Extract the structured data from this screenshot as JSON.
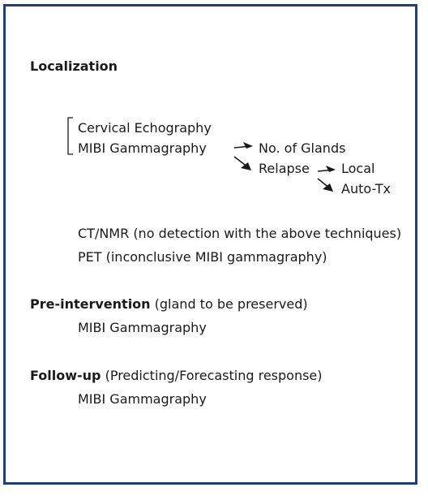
{
  "colors": {
    "border": "#1f3f7a",
    "text": "#1a1a1a"
  },
  "localization": {
    "heading": "Localization",
    "cervical_echography": "Cervical Echography",
    "mibi_gammagraphy": "MIBI Gammagraphy",
    "no_of_glands": "No. of Glands",
    "relapse": "Relapse",
    "local": "Local",
    "auto_tx": "Auto-Tx",
    "ct_nmr": "CT/NMR (no detection with the above techniques)",
    "pet": "PET (inconclusive MIBI gammagraphy)"
  },
  "pre_intervention": {
    "heading": "Pre-intervention",
    "note": " (gland to be preserved)",
    "item": "MIBI Gammagraphy"
  },
  "follow_up": {
    "heading": "Follow-up",
    "note": " (Predicting/Forecasting response)",
    "item": "MIBI Gammagraphy"
  }
}
